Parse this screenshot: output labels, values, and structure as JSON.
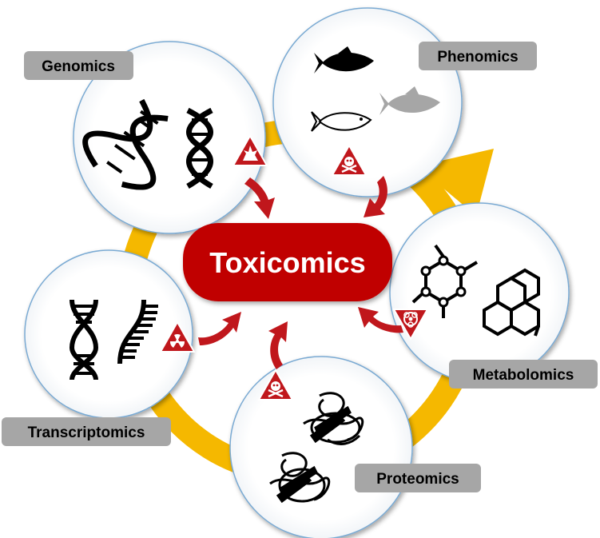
{
  "center": {
    "label": "Toxicomics"
  },
  "nodes": {
    "genomics": {
      "label": "Genomics",
      "hazard_icon": "explosive-icon"
    },
    "phenomics": {
      "label": "Phenomics",
      "hazard_icon": "skull-crossbones-icon"
    },
    "metabolomics": {
      "label": "Metabolomics",
      "hazard_icon": "biohazard-icon"
    },
    "proteomics": {
      "label": "Proteomics",
      "hazard_icon": "skull-crossbones-icon"
    },
    "transcriptomics": {
      "label": "Transcriptomics",
      "hazard_icon": "radiation-icon"
    }
  },
  "colors": {
    "center_fill": "#c00000",
    "arrow_red": "#c0171c",
    "cycle_yellow": "#f5b800",
    "circle_stroke": "#7aaad3",
    "label_bg": "#a6a6a6",
    "fish_grey": "#a6a6a6"
  }
}
